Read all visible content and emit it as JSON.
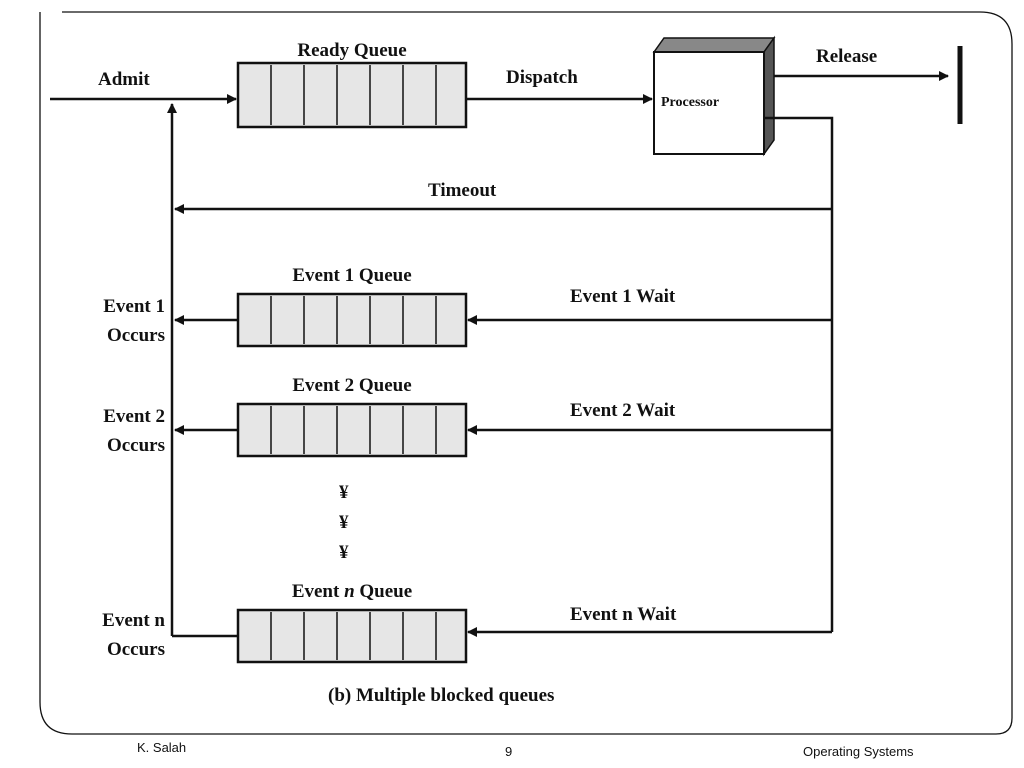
{
  "diagram": {
    "caption": "(b) Multiple blocked queues",
    "labels": {
      "admit": "Admit",
      "ready_queue": "Ready Queue",
      "dispatch": "Dispatch",
      "processor": "Processor",
      "release": "Release",
      "timeout": "Timeout",
      "event1_queue": "Event 1 Queue",
      "event2_queue": "Event 2 Queue",
      "eventn_queue_prefix": "Event ",
      "eventn_queue_n": "n",
      "eventn_queue_suffix": " Queue",
      "event1_wait": "Event 1 Wait",
      "event2_wait": "Event 2 Wait",
      "eventn_wait": "Event n Wait",
      "event1_occurs_line1": "Event 1",
      "event1_occurs_line2": "Occurs",
      "event2_occurs_line1": "Event 2",
      "event2_occurs_line2": "Occurs",
      "eventn_occurs_line1": "Event n",
      "eventn_occurs_line2": "Occurs",
      "ellipsis_marks": [
        "¥",
        "¥",
        "¥"
      ]
    },
    "colors": {
      "queue_fill": "#e6e6e6",
      "processor_top": "#888888",
      "processor_side": "#555555",
      "line": "#111111"
    }
  },
  "footer": {
    "author": "K. Salah",
    "page_number": "9",
    "course": "Operating Systems"
  }
}
